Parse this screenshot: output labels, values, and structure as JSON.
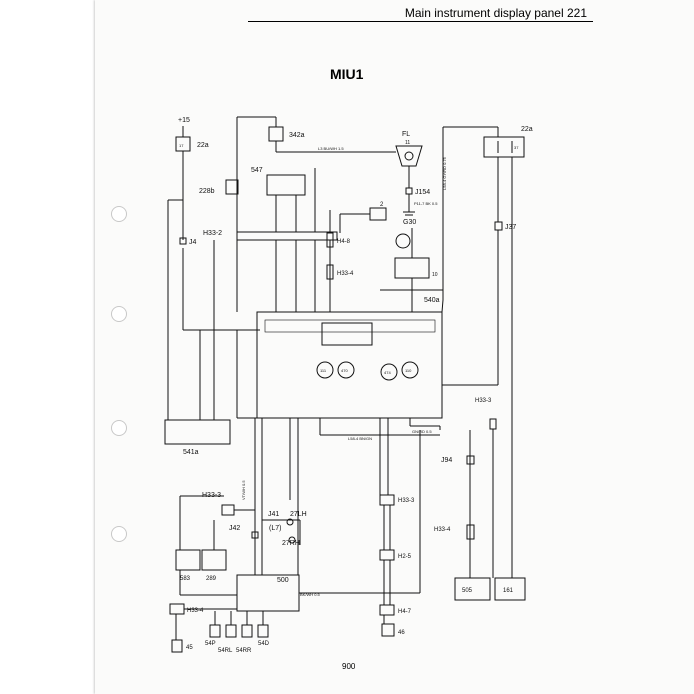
{
  "header": {
    "title": "Main instrument display panel  221"
  },
  "page_title": "MIU1",
  "page_number": "900",
  "components": {
    "supply": "+15",
    "fuse_left": "22a",
    "fuse_left_no": "17",
    "relay_top": "342a",
    "fuel_level": "FL",
    "fuel_level_no": "11",
    "fuse_right": "22a",
    "fuse_right_no": "37",
    "c228b": "228b",
    "c547": "547",
    "j4": "J4",
    "h33_2": "H33-2",
    "j154": "J154",
    "g30": "G30",
    "c2": "2",
    "h4_8": "H4-8",
    "h33_4_top": "H33-4",
    "c10": "10",
    "c540a": "540a",
    "j37": "J37",
    "c541a": "541a",
    "h33_3_right": "H33-3",
    "j94": "J94",
    "h33_3_left": "H33-3",
    "j42": "J42",
    "j41": "J41",
    "c27lh": "27LH",
    "l7": "(L7)",
    "c27rh": "27RH",
    "c583": "583",
    "c289": "289",
    "c500": "500",
    "h33_3_mid": "H33-3",
    "h33_4_right": "H33-4",
    "h2_5": "H2-5",
    "h4_7": "H4-7",
    "c46": "46",
    "c505": "505",
    "c161": "161",
    "h33_4_bottom": "H33-4",
    "c45": "45",
    "c54p": "54P",
    "c54rl": "54RL",
    "c54rr": "54RR",
    "c54d": "54D",
    "g111": "111",
    "g470": "470",
    "g474": "474",
    "g110": "110"
  },
  "wire_labels": {
    "l_supply": "L3 BU/WH 1.5",
    "l_bk_wh": "BK/WH 0.5",
    "l_rd": "P11-7 BK 0.5",
    "l_gy_rd": "L58-4 GY/RD 0.75",
    "l_vt": "VT/WH 0.5",
    "l_bn": "L58-4 BN/GN",
    "l_gn_rd": "GN/RD 0.5"
  },
  "colors": {
    "ink": "#111111",
    "paper": "#fbfbfa"
  }
}
